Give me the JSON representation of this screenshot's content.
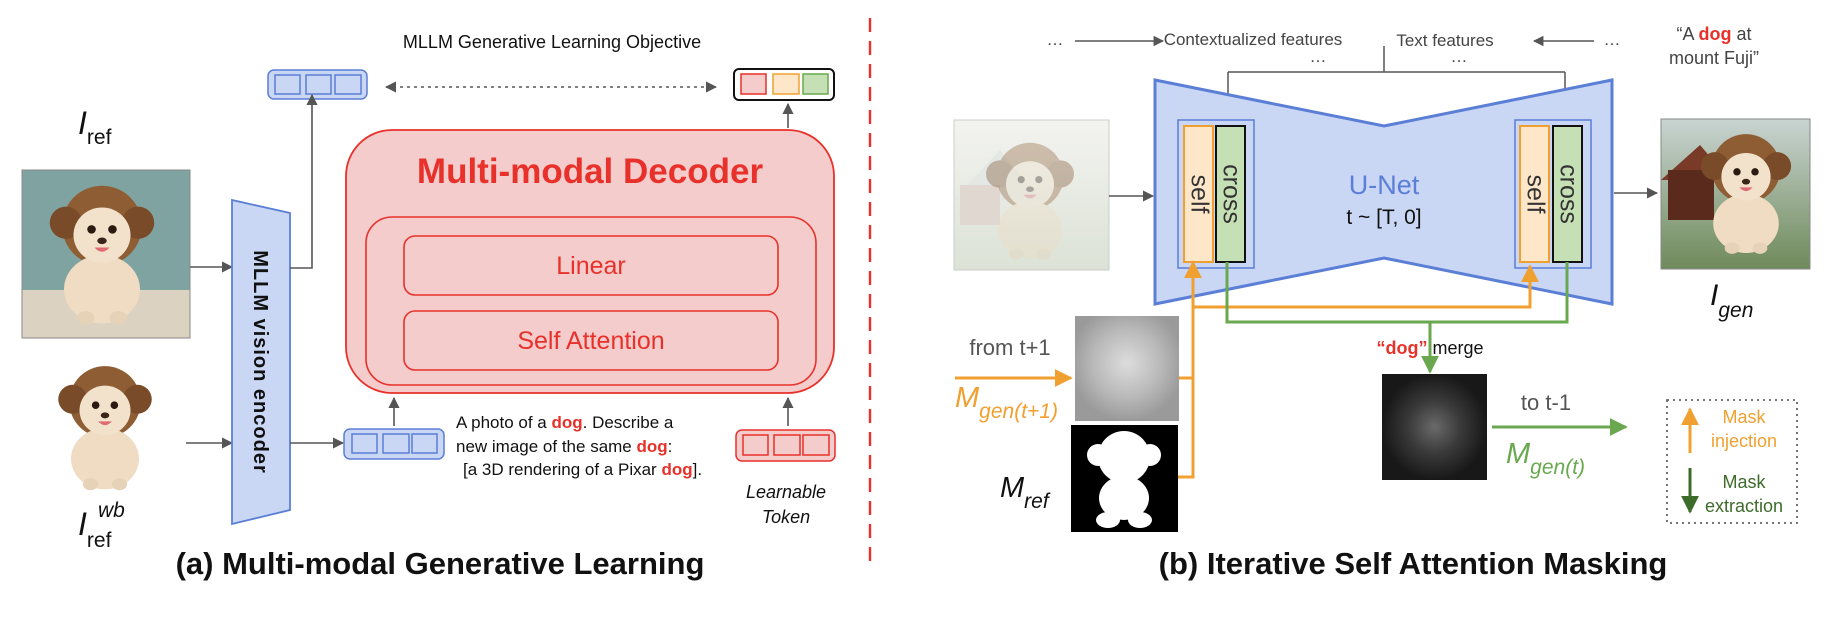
{
  "panel_a": {
    "caption": "(a) Multi-modal Generative Learning",
    "objective_label": "MLLM Generative Learning Objective",
    "i_ref": {
      "main": "I",
      "sub": "ref"
    },
    "i_ref_wb": {
      "main": "I",
      "sub": "ref",
      "sup": "wb"
    },
    "encoder_label": "MLLM vision encoder",
    "decoder_title": "Multi-modal Decoder",
    "linear_label": "Linear",
    "self_attention_label": "Self Attention",
    "prompt": {
      "line1_a": "A photo of a ",
      "line1_b": "dog",
      "line1_c": ". Describe a",
      "line2_a": "new image of the same ",
      "line2_b": "dog",
      "line2_c": ":",
      "line3_a": "[a 3D rendering of a Pixar ",
      "line3_b": "dog",
      "line3_c": "]."
    },
    "learnable_line1": "Learnable",
    "learnable_line2": "Token"
  },
  "panel_b": {
    "caption": "(b) Iterative Self Attention Masking",
    "ellipsis": "…",
    "contextualized_label": "Contextualized features",
    "text_features_label": "Text features",
    "quote": {
      "line1_a": "“A ",
      "line1_b": "dog",
      "line1_c": " at",
      "line2": "mount Fuji”"
    },
    "unet_label": "U-Net",
    "timestep_label": "t  ~  [T, 0]",
    "self_label": "self",
    "cross_label": "cross",
    "i_gen": {
      "main": "I",
      "sub": "gen"
    },
    "from_label": "from t+1",
    "m_gen_prev": {
      "main": "M",
      "sub": "gen(t+1)"
    },
    "m_ref": {
      "main": "M",
      "sub": "ref"
    },
    "merge": {
      "dog": "“dog”",
      "word": " merge"
    },
    "to_label": "to t-1",
    "m_gen_t": {
      "main": "M",
      "sub": "gen(t)"
    },
    "legend": {
      "injection_line1": "Mask",
      "injection_line2": "injection",
      "extraction_line1": "Mask",
      "extraction_line2": "extraction"
    }
  },
  "colors": {
    "blue": "#5b7fd6",
    "blue_fill": "#c9d7f5",
    "red": "#e8312a",
    "red_fill": "#f4cccc",
    "orange": "#f0a030",
    "orange_fill": "#fde7c8",
    "green": "#6aa84f",
    "green_fill": "#c5e0b4",
    "dark_green": "#3d6b2a"
  }
}
